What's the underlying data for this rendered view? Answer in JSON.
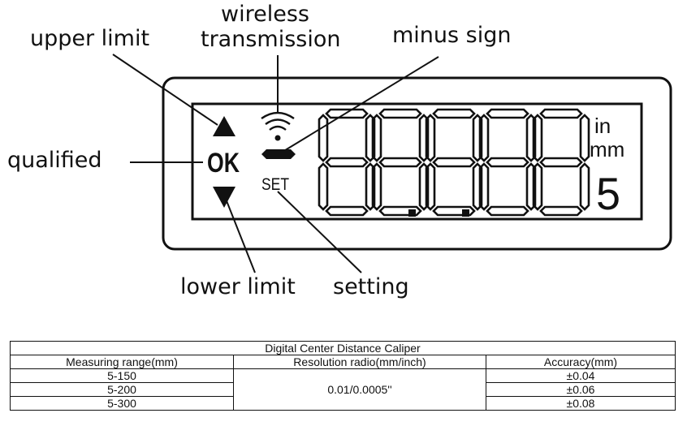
{
  "labels": {
    "wireless_line1": "wireless",
    "wireless_line2": "transmission",
    "upper_limit": "upper limit",
    "minus_sign": "minus sign",
    "qualified": "qualified",
    "lower_limit": "lower limit",
    "setting": "setting"
  },
  "lcd": {
    "ok_text": "OK",
    "set_text": "SET",
    "unit_in": "in",
    "unit_mm": "mm",
    "small_digit": "5"
  },
  "table": {
    "title": "Digital Center Distance Caliper",
    "headers": [
      "Measuring range(mm)",
      "Resolution radio(mm/inch)",
      "Accuracy(mm)"
    ],
    "rows": [
      {
        "range": "5-150",
        "accuracy": "±0.04"
      },
      {
        "range": "5-200",
        "accuracy": "±0.06"
      },
      {
        "range": "5-300",
        "accuracy": "±0.08"
      }
    ],
    "resolution": "0.01/0.0005''"
  }
}
